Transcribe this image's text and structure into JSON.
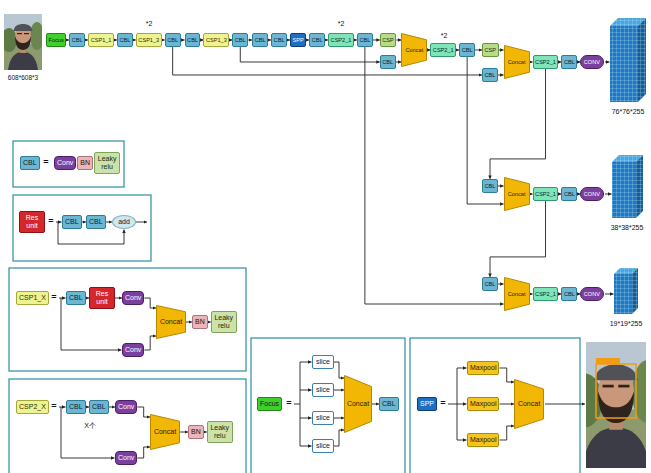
{
  "diagram": {
    "nodes": [
      {
        "text": [
          "Focus"
        ]
      },
      {
        "text": [
          "CBL"
        ]
      },
      {
        "text": [
          "CSP1_1"
        ]
      },
      {
        "text": [
          "CBL"
        ]
      },
      {
        "text": [
          "CSP1_3"
        ]
      },
      {
        "text": [
          "CBL"
        ]
      },
      {
        "text": [
          "CBL"
        ]
      },
      {
        "text": [
          "CSP1_3"
        ]
      },
      {
        "text": [
          "CBL"
        ]
      },
      {
        "text": [
          "CBL"
        ]
      },
      {
        "text": [
          "CBL"
        ]
      },
      {
        "text": [
          "SPP"
        ]
      },
      {
        "text": [
          "CBL"
        ]
      },
      {
        "text": [
          "CSP2_1"
        ]
      },
      {
        "text": [
          "CBL"
        ]
      },
      {
        "text": [
          "CSP"
        ]
      },
      {
        "text": [
          "CBL"
        ]
      },
      {
        "text": [
          "Concat"
        ]
      },
      {
        "text": [
          "CSP2_1"
        ]
      },
      {
        "text": [
          "CBL"
        ]
      },
      {
        "text": [
          "CSP"
        ]
      },
      {
        "text": [
          "CBL"
        ]
      },
      {
        "text": [
          "Concat"
        ]
      },
      {
        "text": [
          "CSP2_1"
        ]
      },
      {
        "text": [
          "CBL"
        ]
      },
      {
        "text": [
          "CONV"
        ]
      },
      {
        "text": [
          "CBL"
        ]
      },
      {
        "text": [
          "Concat"
        ]
      },
      {
        "text": [
          "CSP2_1"
        ]
      },
      {
        "text": [
          "CBL"
        ]
      },
      {
        "text": [
          "CONV"
        ]
      },
      {
        "text": [
          "CBL"
        ]
      },
      {
        "text": [
          "Concat"
        ]
      },
      {
        "text": [
          "CSP2_1"
        ]
      },
      {
        "text": [
          "CBL"
        ]
      },
      {
        "text": [
          "CONV"
        ]
      },
      {
        "text": [
          "CBL"
        ]
      },
      {
        "text": [
          "Conv"
        ]
      },
      {
        "text": [
          "BN"
        ]
      },
      {
        "text": [
          "Leaky relu"
        ]
      },
      {
        "text": [
          "Res unit"
        ]
      },
      {
        "text": [
          "CBL"
        ]
      },
      {
        "text": [
          "CBL"
        ]
      },
      {
        "text": [
          "add"
        ]
      },
      {
        "text": [
          "CSP1_X"
        ]
      },
      {
        "text": [
          "CBL"
        ]
      },
      {
        "text": [
          "Res unit"
        ]
      },
      {
        "text": [
          "Conv"
        ]
      },
      {
        "text": [
          "Conv"
        ]
      },
      {
        "text": [
          "Concat"
        ]
      },
      {
        "text": [
          "BN"
        ]
      },
      {
        "text": [
          "Leaky relu"
        ]
      },
      {
        "text": [
          "CSP2_X"
        ]
      },
      {
        "text": [
          "CBL"
        ]
      },
      {
        "text": [
          "CBL"
        ]
      },
      {
        "text": [
          "Conv"
        ]
      },
      {
        "text": [
          "Conv"
        ]
      },
      {
        "text": [
          "Concat"
        ]
      },
      {
        "text": [
          "BN"
        ]
      },
      {
        "text": [
          "Leaky relu"
        ]
      },
      {
        "text": [
          "Focus"
        ]
      },
      {
        "text": [
          "slice"
        ]
      },
      {
        "text": [
          "slice"
        ]
      },
      {
        "text": [
          "slice"
        ]
      },
      {
        "text": [
          "slice"
        ]
      },
      {
        "text": [
          "Concat"
        ]
      },
      {
        "text": [
          "CBL"
        ]
      },
      {
        "text": [
          "SPP"
        ]
      },
      {
        "text": [
          "Maxpool"
        ]
      },
      {
        "text": [
          "Maxpool"
        ]
      },
      {
        "text": [
          "Maxpool"
        ]
      },
      {
        "text": [
          "Concat"
        ]
      }
    ],
    "edges": [
      {
        "from": 0,
        "to": 1,
        "arrow": "to"
      },
      {
        "from": 1,
        "to": 2,
        "arrow": "to"
      },
      {
        "from": 2,
        "to": 3,
        "arrow": "to"
      },
      {
        "from": 3,
        "to": 4,
        "arrow": "to"
      },
      {
        "from": 4,
        "to": 5,
        "arrow": "to"
      },
      {
        "from": 5,
        "to": 6,
        "arrow": "to"
      },
      {
        "from": 6,
        "to": 7,
        "arrow": "to"
      },
      {
        "from": 7,
        "to": 8,
        "arrow": "to"
      },
      {
        "from": 8,
        "to": 9,
        "arrow": "to"
      },
      {
        "from": 9,
        "to": 10,
        "arrow": "to"
      },
      {
        "from": 10,
        "to": 11,
        "arrow": "to"
      },
      {
        "from": 11,
        "to": 12,
        "arrow": "to"
      },
      {
        "from": 12,
        "to": 13,
        "arrow": "to"
      },
      {
        "from": 13,
        "to": 14,
        "arrow": "to"
      },
      {
        "from": 14,
        "to": 15,
        "arrow": "to"
      },
      {
        "from": 15,
        "to": 17,
        "arrow": "to"
      },
      {
        "from": 16,
        "to": 17,
        "arrow": "to"
      },
      {
        "from": 17,
        "to": 18,
        "arrow": "to"
      },
      {
        "from": 18,
        "to": 19,
        "arrow": "to"
      },
      {
        "from": 19,
        "to": 20,
        "arrow": "to"
      },
      {
        "from": 20,
        "to": 22,
        "arrow": "to"
      },
      {
        "from": 21,
        "to": 22,
        "arrow": "to"
      },
      {
        "from": 22,
        "to": 23,
        "arrow": "to"
      },
      {
        "from": 23,
        "to": 24,
        "arrow": "to"
      },
      {
        "from": 24,
        "to": 25,
        "arrow": "to"
      },
      {
        "from": 5,
        "to": 21,
        "arrow": "to"
      },
      {
        "from": 8,
        "to": 16,
        "arrow": "to"
      },
      {
        "from": 23,
        "to": 26,
        "arrow": "to"
      },
      {
        "from": 19,
        "to": 27,
        "arrow": "to"
      },
      {
        "from": 26,
        "to": 27,
        "arrow": "to"
      },
      {
        "from": 27,
        "to": 28,
        "arrow": "to"
      },
      {
        "from": 28,
        "to": 29,
        "arrow": "to"
      },
      {
        "from": 29,
        "to": 30,
        "arrow": "to"
      },
      {
        "from": 28,
        "to": 31,
        "arrow": "to"
      },
      {
        "from": 14,
        "to": 32,
        "arrow": "to"
      },
      {
        "from": 31,
        "to": 32,
        "arrow": "to"
      },
      {
        "from": 32,
        "to": 33,
        "arrow": "to"
      },
      {
        "from": 33,
        "to": 34,
        "arrow": "to"
      },
      {
        "from": 34,
        "to": 35,
        "arrow": "to"
      },
      {
        "from": 41,
        "to": 42,
        "arrow": "to"
      },
      {
        "from": 42,
        "to": 43,
        "arrow": "to"
      },
      {
        "from": 45,
        "to": 46,
        "arrow": "to"
      },
      {
        "from": 46,
        "to": 47,
        "arrow": "to"
      },
      {
        "from": 47,
        "to": 49,
        "arrow": "to"
      },
      {
        "from": 48,
        "to": 49,
        "arrow": "to"
      },
      {
        "from": 49,
        "to": 50,
        "arrow": "to"
      },
      {
        "from": 50,
        "to": 51,
        "arrow": "to"
      },
      {
        "from": 53,
        "to": 54,
        "arrow": "to"
      },
      {
        "from": 54,
        "to": 55,
        "arrow": "to"
      },
      {
        "from": 55,
        "to": 57,
        "arrow": "to"
      },
      {
        "from": 56,
        "to": 57,
        "arrow": "to"
      },
      {
        "from": 57,
        "to": 58,
        "arrow": "to"
      },
      {
        "from": 58,
        "to": 59,
        "arrow": "to"
      },
      {
        "from": 61,
        "to": 65,
        "arrow": "to"
      },
      {
        "from": 62,
        "to": 65,
        "arrow": "to"
      },
      {
        "from": 63,
        "to": 65,
        "arrow": "to"
      },
      {
        "from": 64,
        "to": 65,
        "arrow": "to"
      },
      {
        "from": 65,
        "to": 66,
        "arrow": "to"
      },
      {
        "from": 68,
        "to": 71,
        "arrow": "to"
      },
      {
        "from": 69,
        "to": 71,
        "arrow": "to"
      },
      {
        "from": 70,
        "to": 71,
        "arrow": "to"
      }
    ],
    "labels": [
      "608*608*3",
      "*2",
      "*2",
      "*2",
      "76*76*255",
      "38*38*255",
      "19*19*255",
      "=",
      "=",
      "=",
      "=",
      "=",
      "=",
      "X个"
    ]
  }
}
